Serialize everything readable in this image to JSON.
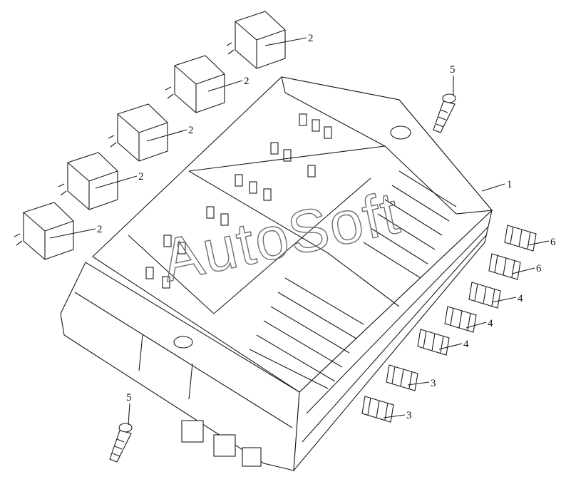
{
  "watermark": {
    "text": "AutoSoft"
  },
  "callouts": {
    "relay_1": "2",
    "relay_2": "2",
    "relay_3": "2",
    "relay_4": "2",
    "relay_5": "2",
    "housing": "1",
    "bolt_top": "5",
    "bolt_bottom": "5",
    "fuse_a": "6",
    "fuse_b": "6",
    "fuse_c": "4",
    "fuse_d": "4",
    "fuse_e": "4",
    "fuse_f": "3",
    "fuse_g": "3"
  }
}
